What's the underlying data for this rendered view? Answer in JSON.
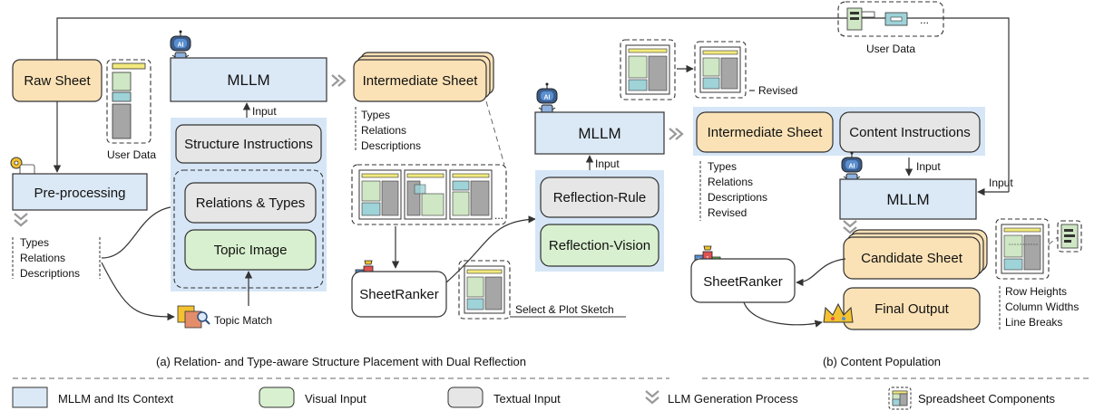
{
  "nodes": {
    "raw_sheet": "Raw Sheet",
    "user_data_left": "User Data",
    "pre_processing": "Pre-processing",
    "pre_list": [
      "Types",
      "Relations",
      "Descriptions"
    ],
    "topic_match": "Topic Match",
    "mllm_1": "MLLM",
    "input_1": "Input",
    "structure_instructions": "Structure Instructions",
    "relations_types": "Relations & Types",
    "topic_image": "Topic Image",
    "intermediate_sheet_1": "Intermediate Sheet",
    "inter_list_1": [
      "Types",
      "Relations",
      "Descriptions"
    ],
    "sheetranker_1": "SheetRanker",
    "select_plot": "Select & Plot Sketch",
    "mllm_2": "MLLM",
    "input_2": "Input",
    "reflection_rule": "Reflection-Rule",
    "reflection_vision": "Reflection-Vision",
    "revised_label": "Revised",
    "user_data_top": "User Data",
    "intermediate_sheet_2": "Intermediate Sheet",
    "inter_list_2": [
      "Types",
      "Relations",
      "Descriptions",
      "Revised"
    ],
    "content_instructions": "Content Instructions",
    "input_3": "Input",
    "mllm_3": "MLLM",
    "input_4": "Input",
    "candidate_sheet": "Candidate Sheet",
    "sheetranker_2": "SheetRanker",
    "final_output": "Final Output",
    "format_list": [
      "Row Heights",
      "Column Widths",
      "Line Breaks"
    ],
    "ellipsis": "..."
  },
  "captions": {
    "a": "(a) Relation- and Type-aware Structure Placement with Dual Reflection",
    "b": "(b) Content Population"
  },
  "legend": [
    {
      "label": "MLLM and Its Context",
      "color": "#dbe8f6"
    },
    {
      "label": "Visual Input",
      "color": "#d8f0cf"
    },
    {
      "label": "Textual Input",
      "color": "#e6e6e6"
    },
    {
      "label": "LLM Generation Process",
      "icon": "chevron-icon"
    },
    {
      "label": "Spreadsheet Components",
      "icon": "spreadsheet-icon"
    }
  ],
  "colors": {
    "mllm_context": "#dbe8f6",
    "visual_input": "#d8f0cf",
    "textual_input": "#e6e6e6",
    "sheet": "#fbe2b6"
  }
}
